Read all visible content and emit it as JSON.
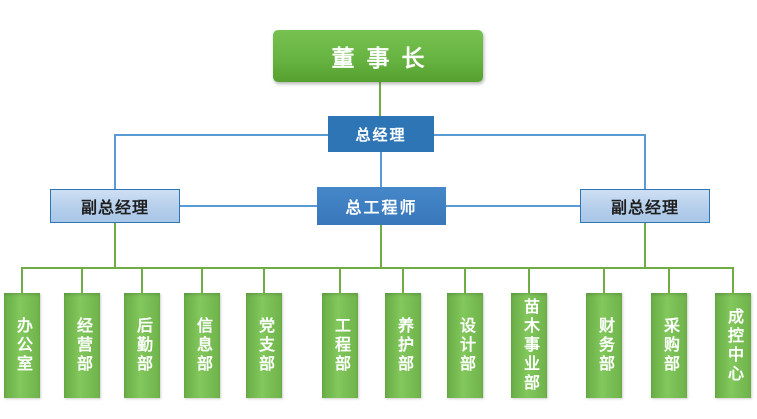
{
  "org_chart": {
    "level1": {
      "chairman": "董事长"
    },
    "level2": {
      "general_manager": "总经理"
    },
    "level3": {
      "deputy_gm_left": "副总经理",
      "chief_engineer": "总工程师",
      "deputy_gm_right": "副总经理"
    },
    "departments": [
      {
        "label": "办公室"
      },
      {
        "label": "经营部"
      },
      {
        "label": "后勤部"
      },
      {
        "label": "信息部"
      },
      {
        "label": "党支部"
      },
      {
        "label": "工程部"
      },
      {
        "label": "养护部"
      },
      {
        "label": "设计部"
      },
      {
        "label": "苗木事业部"
      },
      {
        "label": "财务部"
      },
      {
        "label": "采购部"
      },
      {
        "label": "成控中心"
      }
    ]
  },
  "colors": {
    "green_box_top": "#76C150",
    "green_box_bottom": "#55A02E",
    "dept_green_left": "#69AC46",
    "dept_green_mid": "#82C85C",
    "dept_green_right": "#6FB24B",
    "gm_blue": "#2E75B5",
    "engineer_blue_top": "#4587C9",
    "engineer_blue_bottom": "#3878BA",
    "deputy_fill_top": "#CEDFF3",
    "deputy_fill_bottom": "#A9C7E8",
    "deputy_border": "#2E75B6",
    "line_blue": "#5B9BD5",
    "line_green": "#6FAC47",
    "text_white": "#FFFFFF",
    "text_dark": "#1F1F1F"
  }
}
